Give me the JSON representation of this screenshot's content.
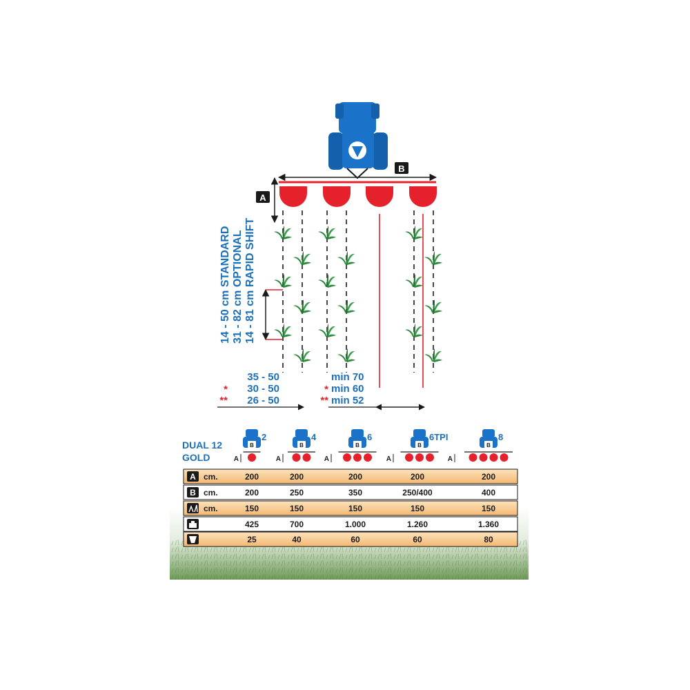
{
  "diagram": {
    "markers": {
      "a": "A",
      "b": "B"
    },
    "spacing_labels": [
      "14 - 50 cm STANDARD",
      "31 - 82 cm OPTIONAL",
      "14 - 81 cm RAPID SHIFT"
    ],
    "row_labels_left": [
      {
        "star": "",
        "text": "35 - 50"
      },
      {
        "star": "*",
        "text": "30 - 50"
      },
      {
        "star": "**",
        "text": "26 - 50"
      }
    ],
    "row_labels_right": [
      {
        "star": "",
        "text": "min 70"
      },
      {
        "star": "*",
        "text": "min 60"
      },
      {
        "star": "**",
        "text": "min 52"
      }
    ]
  },
  "table": {
    "model_line1": "DUAL 12",
    "model_line2": "GOLD",
    "configs": [
      {
        "label": "2",
        "units": 1
      },
      {
        "label": "4",
        "units": 2
      },
      {
        "label": "6",
        "units": 3
      },
      {
        "label": "6TPI",
        "units": 3
      },
      {
        "label": "8",
        "units": 4
      }
    ],
    "rows": [
      {
        "icon": "a-letter-icon",
        "unit": "cm.",
        "values": [
          "200",
          "200",
          "200",
          "200",
          "200"
        ]
      },
      {
        "icon": "b-letter-icon",
        "unit": "cm.",
        "values": [
          "200",
          "250",
          "350",
          "250/400",
          "400"
        ]
      },
      {
        "icon": "planting-depth-icon",
        "unit": "cm.",
        "values": [
          "150",
          "150",
          "150",
          "150",
          "150"
        ]
      },
      {
        "icon": "weight-icon",
        "unit": "",
        "values": [
          "425",
          "700",
          "1.000",
          "1.260",
          "1.360"
        ]
      },
      {
        "icon": "hopper-capacity-icon",
        "unit": "",
        "values": [
          "25",
          "40",
          "60",
          "60",
          "80"
        ]
      }
    ]
  },
  "colors": {
    "tractor": "#1a73c8",
    "unit": "#e5212b",
    "plant": "#2e8b3e",
    "text_blue": "#1d6fb8",
    "row_highlight": "#f6c98a"
  }
}
